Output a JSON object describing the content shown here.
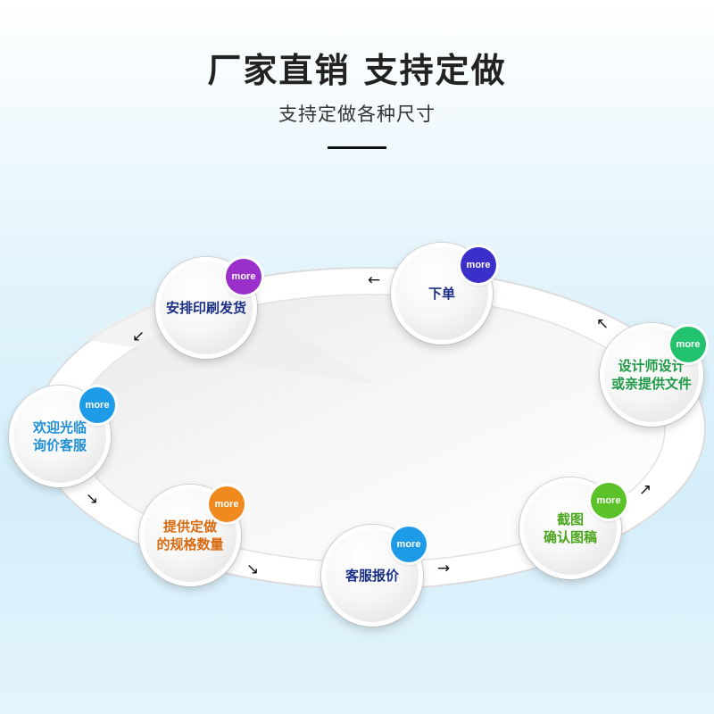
{
  "header": {
    "title": "厂家直销 支持定做",
    "subtitle": "支持定做各种尺寸"
  },
  "steps": [
    {
      "label": "下单",
      "badge": "more",
      "text_color": "#1b2f86",
      "badge_color": "#3b2fc9"
    },
    {
      "label": "安排印刷发货",
      "badge": "more",
      "text_color": "#1b2f86",
      "badge_color": "#9b2fc9"
    },
    {
      "label": "欢迎光临\n询价客服",
      "badge": "more",
      "text_color": "#1f8fd6",
      "badge_color": "#1e9be6"
    },
    {
      "label": "提供定做\n的规格数量",
      "badge": "more",
      "text_color": "#d96a10",
      "badge_color": "#f08a1e"
    },
    {
      "label": "客服报价",
      "badge": "more",
      "text_color": "#1b2f86",
      "badge_color": "#1e9be6"
    },
    {
      "label": "截图\n确认图稿",
      "badge": "more",
      "text_color": "#4aa51c",
      "badge_color": "#5cc22a"
    },
    {
      "label": "设计师设计\n或亲提供文件",
      "badge": "more",
      "text_color": "#1e9a46",
      "badge_color": "#22c26e"
    }
  ],
  "icons": {
    "arrow": "arrow-icon"
  }
}
